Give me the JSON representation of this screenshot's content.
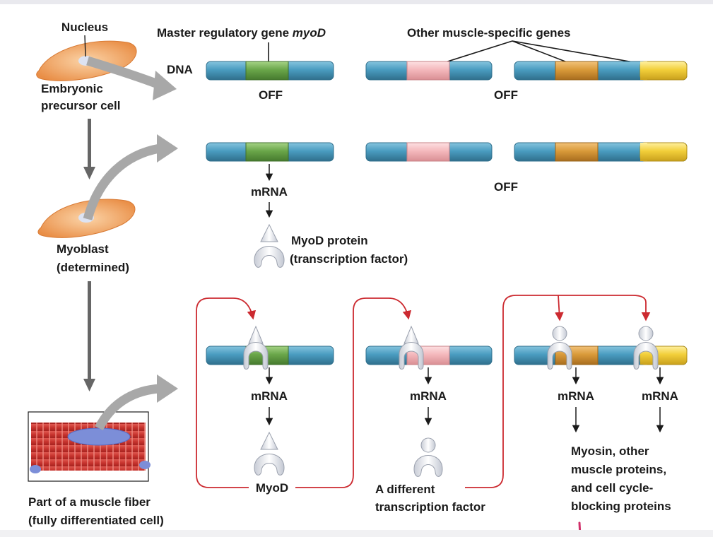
{
  "labels": {
    "nucleus": "Nucleus",
    "master_gene": "Master regulatory gene ",
    "master_gene_italic": "myoD",
    "other_genes": "Other muscle-specific genes",
    "dna": "DNA",
    "off": "OFF",
    "embryonic_1": "Embryonic",
    "embryonic_2": "precursor cell",
    "mrna": "mRNA",
    "myod_protein_1": "MyoD protein",
    "myod_protein_2": "(transcription factor)",
    "myoblast_1": "Myoblast",
    "myoblast_2": "(determined)",
    "myod": "MyoD",
    "different_tf_1": "A different",
    "different_tf_2": "transcription factor",
    "myosin_1": "Myosin, other",
    "myosin_2": "muscle proteins,",
    "myosin_3": "and cell cycle-",
    "myosin_4": "blocking proteins",
    "fiber_1": "Part of a muscle fiber",
    "fiber_2": "(fully differentiated cell)"
  },
  "colors": {
    "dna_blue": "#4a9cc0",
    "gene_green": "#6aa64a",
    "gene_pink": "#f4b8bc",
    "gene_orange": "#d99a3a",
    "gene_yellow": "#f2cf3a",
    "cell_orange": "#f0a868",
    "arrow_gray": "#a8a8a8",
    "loop_red": "#cc2a30",
    "protein_white": "#eef0f4",
    "muscle_red": "#d0403a",
    "nucleus_blue": "#7c8ed8"
  }
}
